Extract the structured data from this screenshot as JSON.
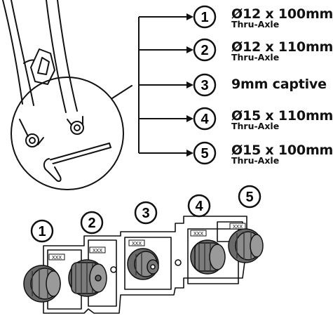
{
  "options": [
    {
      "num": "1",
      "label": "Ø12 x 100mm",
      "sub": "Thru-Axle"
    },
    {
      "num": "2",
      "label": "Ø12 x 110mm",
      "sub": "Thru-Axle"
    },
    {
      "num": "3",
      "label": "9mm captive",
      "sub": ""
    },
    {
      "num": "4",
      "label": "Ø15 x 110mm",
      "sub": "Thru-Axle"
    },
    {
      "num": "5",
      "label": "Ø15 x 100mm",
      "sub": "Thru-Axle"
    }
  ],
  "tray": {
    "numbers": [
      "1",
      "2",
      "3",
      "4",
      "5"
    ],
    "tag_text": "XXX"
  }
}
